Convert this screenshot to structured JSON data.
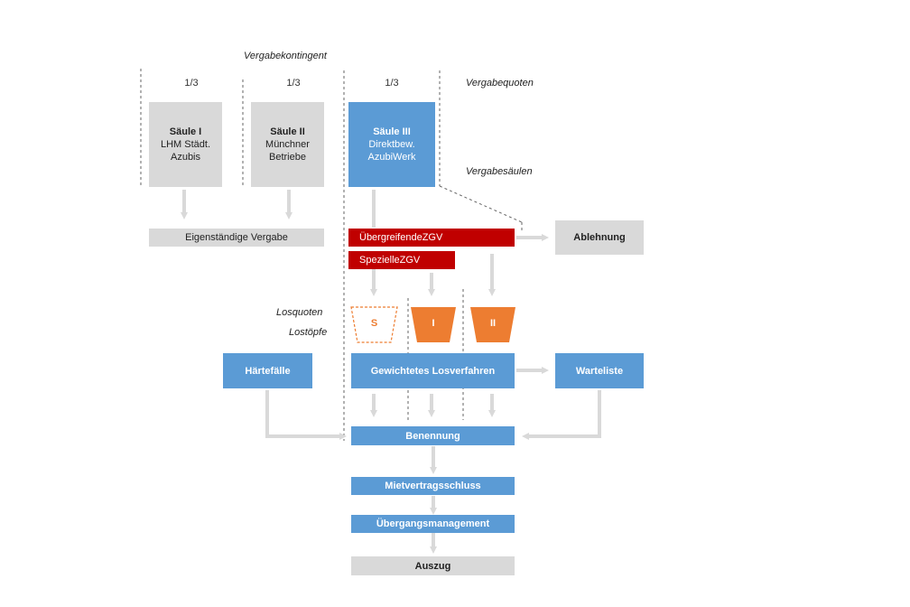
{
  "labels": {
    "vergabekontingent": "Vergabekontingent",
    "vergabequoten": "Vergabequoten",
    "vergabesaeulen": "Vergabesäulen",
    "losquoten": "Losquoten",
    "lostoepfe": "Lostöpfe"
  },
  "quotas": [
    "1/3",
    "1/3",
    "1/3"
  ],
  "columns": [
    {
      "title": "Säule I",
      "line1": "LHM Städt.",
      "line2": "Azubis"
    },
    {
      "title": "Säule II",
      "line1": "Münchner",
      "line2": "Betriebe"
    },
    {
      "title": "Säule III",
      "line1": "Direktbew.",
      "line2": "AzubiWerk"
    }
  ],
  "boxes": {
    "eigenstaendige": "Eigenständige Vergabe",
    "uebergreifende": "ÜbergreifendeZGV",
    "spezielle": "SpezielleZGV",
    "ablehnung": "Ablehnung",
    "haertefaelle": "Härtefälle",
    "losverfahren": "Gewichtetes Losverfahren",
    "warteliste": "Warteliste",
    "benennung": "Benennung",
    "mietvertrag": "Mietvertragsschluss",
    "uebergang": "Übergangsmanagement",
    "auszug": "Auszug"
  },
  "pots": [
    "S",
    "I",
    "II"
  ],
  "colors": {
    "gray": "#d9d9d9",
    "blue": "#5b9bd5",
    "red": "#c00000",
    "orange": "#ed7d31",
    "arrow": "#d9d9d9"
  }
}
